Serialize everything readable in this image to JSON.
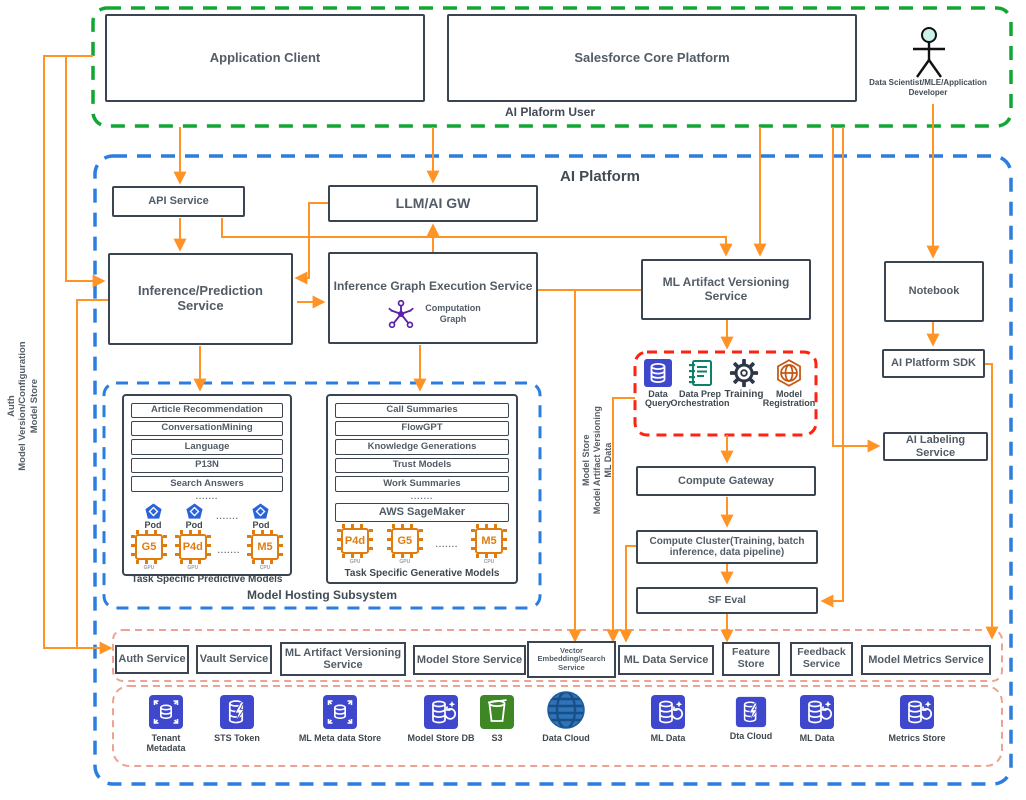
{
  "zone_user": {
    "title": "AI Plaform User",
    "application_client": "Application Client",
    "salesforce_core": "Salesforce Core Platform",
    "person": "Data Scientist/MLE/Application Developer"
  },
  "zone_platform": {
    "title": "AI Platform",
    "api_service": "API Service",
    "llm_ai_gw": "LLM/AI GW",
    "inference_prediction": "Inference/Prediction Service",
    "inference_graph": "Inference Graph Execution Service",
    "computation_graph_line1": "Computation",
    "computation_graph_line2": "Graph",
    "ml_artifact_versioning": "ML Artifact Versioning Service",
    "notebook": "Notebook",
    "ai_platform_sdk": "AI Platform SDK",
    "ai_labeling": "AI Labeling Service",
    "compute_gateway": "Compute Gateway",
    "compute_cluster": "Compute Cluster(Training, batch inference, data pipeline)",
    "sf_eval": "SF Eval"
  },
  "rails": {
    "left": [
      "Auth",
      "Model Version/Configuration",
      "Model Store"
    ],
    "middle": [
      "Model Store",
      "Model Artifact Versioning",
      "ML Data"
    ]
  },
  "training_pipeline": {
    "items": [
      {
        "label": "Data Query",
        "icon": "database-icon"
      },
      {
        "label": "Data Prep Orchestration",
        "icon": "data-prep-icon"
      },
      {
        "label": "Training",
        "icon": "gear-icon"
      },
      {
        "label": "Model Registration",
        "icon": "model-registration-icon"
      }
    ]
  },
  "hosting": {
    "title": "Model Hosting Subsystem",
    "dots": ".......",
    "predictive": {
      "rows": [
        "Article Recommendation",
        "ConversationMining",
        "Language",
        "P13N",
        "Search Answers"
      ],
      "pod_label": "Pod",
      "chips": [
        {
          "name": "G5",
          "type": "GPU"
        },
        {
          "name": "P4d",
          "type": "GPU"
        },
        {
          "name": "M5",
          "type": "CPU"
        }
      ],
      "caption": "Task Specific Predictive Models"
    },
    "generative": {
      "rows": [
        "Call Summaries",
        "FlowGPT",
        "Knowledge Generations",
        "Trust Models",
        "Work Summaries"
      ],
      "sagemaker": "AWS SageMaker",
      "chips": [
        {
          "name": "P4d",
          "type": "GPU"
        },
        {
          "name": "G5",
          "type": "GPU"
        },
        {
          "name": "M5",
          "type": "CPU"
        }
      ],
      "caption": "Task Specific Generative Models"
    }
  },
  "services": [
    "Auth Service",
    "Vault Service",
    "ML Artifact Versioning Service",
    "Model Store Service",
    "Vector Embedding/Search Service",
    "ML Data Service",
    "Feature Store",
    "Feedback Service",
    "Model Metrics Service"
  ],
  "datastores": [
    {
      "label": "Tenant Metadata",
      "icon": "db-scale-icon"
    },
    {
      "label": "STS Token",
      "icon": "db-bolt-icon"
    },
    {
      "label": "ML Meta data Store",
      "icon": "db-scale-icon"
    },
    {
      "label": "Model Store DB",
      "icon": "db-refresh-icon"
    },
    {
      "label": "S3",
      "icon": "s3-bucket-icon"
    },
    {
      "label": "Data Cloud",
      "icon": "globe-db-icon"
    },
    {
      "label": "ML Data",
      "icon": "db-refresh-icon"
    },
    {
      "label": "Dta Cloud",
      "icon": "db-bolt-icon"
    },
    {
      "label": "ML Data",
      "icon": "db-refresh-icon"
    },
    {
      "label": "Metrics Store",
      "icon": "db-refresh-icon"
    }
  ],
  "colors": {
    "connector": "#ff9326",
    "zone_user_border": "#12a633",
    "zone_platform_border": "#2b7de0",
    "highlight_border": "#ff2210",
    "storage_border": "#eda394",
    "node_border": "#3b4552",
    "aws_blue": "#3f48cc",
    "s3_green": "#3f8624",
    "pod_blue": "#2962d9",
    "chip_orange": "#e07b10",
    "graph_purple": "#5b21a8",
    "prep_green": "#0e8268"
  }
}
